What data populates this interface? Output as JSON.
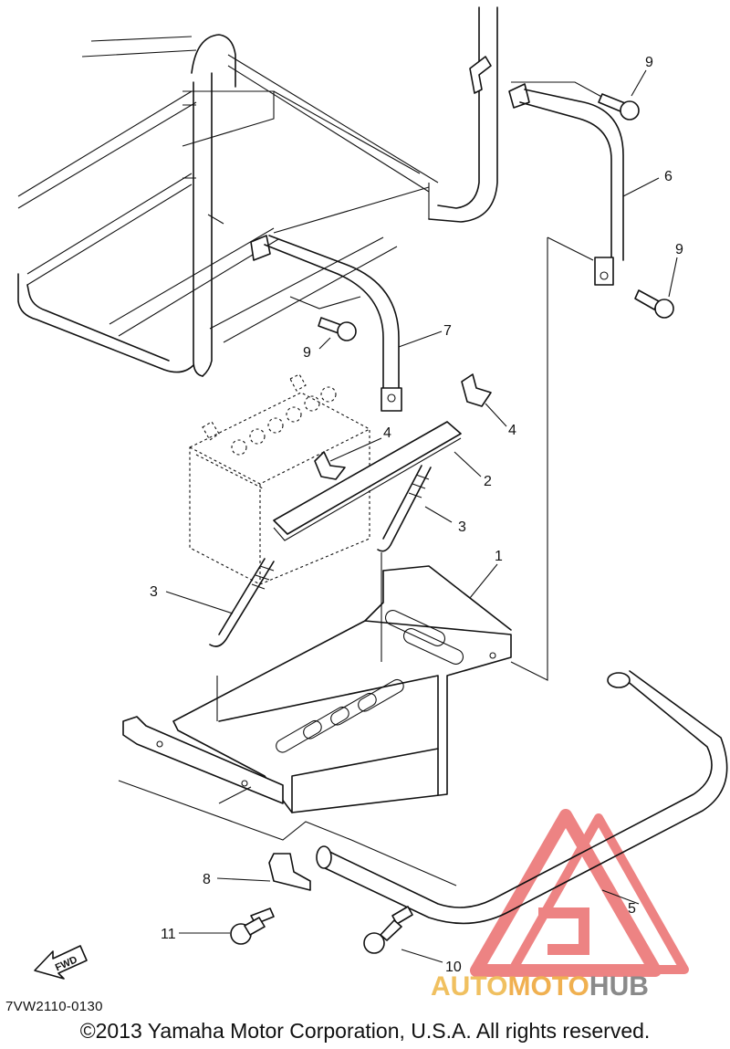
{
  "diagram": {
    "code": "7VW2110-0130",
    "copyright": "©2013 Yamaha Motor Corporation, U.S.A. All rights reserved.",
    "fwd_label": "FWD"
  },
  "callouts": {
    "c1": "1",
    "c2": "2",
    "c3a": "3",
    "c3b": "3",
    "c4a": "4",
    "c4b": "4",
    "c5": "5",
    "c6": "6",
    "c7": "7",
    "c8": "8",
    "c9a": "9",
    "c9b": "9",
    "c9c": "9",
    "c10": "10",
    "c11": "11"
  },
  "watermark": {
    "part1": "AUTO",
    "part2": "MOTO",
    "part3": "HUB",
    "colors": {
      "triangle": "#e85a5a",
      "auto": "#f0c060",
      "moto": "#f0b050",
      "hub": "#8a8a8a"
    }
  }
}
